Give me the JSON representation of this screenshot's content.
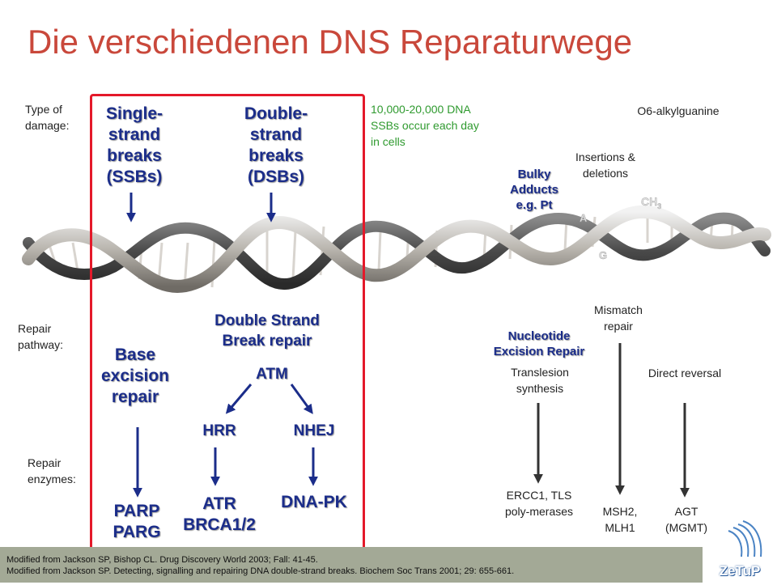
{
  "title": "Die verschiedenen DNS Reparaturwege",
  "row_labels": {
    "type_of_damage": "Type of damage:",
    "repair_pathway": "Repair pathway:",
    "repair_enzymes": "Repair enzymes:"
  },
  "damage": {
    "ssb": "Single-strand breaks (SSBs)",
    "dsb": "Double-strand breaks (DSBs)",
    "ssb_frequency": "10,000-20,000 DNA SSBs occur each day in cells",
    "bulky": "Bulky Adducts e.g. Pt",
    "insertions": "Insertions & deletions",
    "o6": "O6-alkylguanine"
  },
  "helix_labels": {
    "ch3": "CH",
    "ch3_sub": "3",
    "a": "A",
    "g": "G"
  },
  "pathways": {
    "ber": "Base excision repair",
    "dsbr": "Double Strand Break repair",
    "atm": "ATM",
    "hrr": "HRR",
    "nhej": "NHEJ",
    "ner": "Nucleotide Excision Repair",
    "tls": "Translesion synthesis",
    "mmr": "Mismatch repair",
    "direct": "Direct reversal"
  },
  "enzymes": {
    "parp": "PARP PARG",
    "atr": "ATR BRCA1/2",
    "dnapk": "DNA-PK",
    "ercc1": "ERCC1, TLS poly-merases",
    "msh2": "MSH2, MLH1",
    "agt": "AGT (MGMT)"
  },
  "footer": {
    "line1": "Modified from Jackson SP, Bishop CL.  Drug Discovery World 2003; Fall: 41-45.",
    "line2": "Modified from Jackson SP. Detecting, signalling and repairing DNA double-strand breaks. Biochem Soc Trans 2001; 29: 655-661."
  },
  "logo": "ZeTuP",
  "colors": {
    "title": "#c9483b",
    "arrow": "#1b2d8a",
    "frame": "#e4192a",
    "green_text": "#2f9a2f",
    "footer_bg": "#a3a996"
  }
}
